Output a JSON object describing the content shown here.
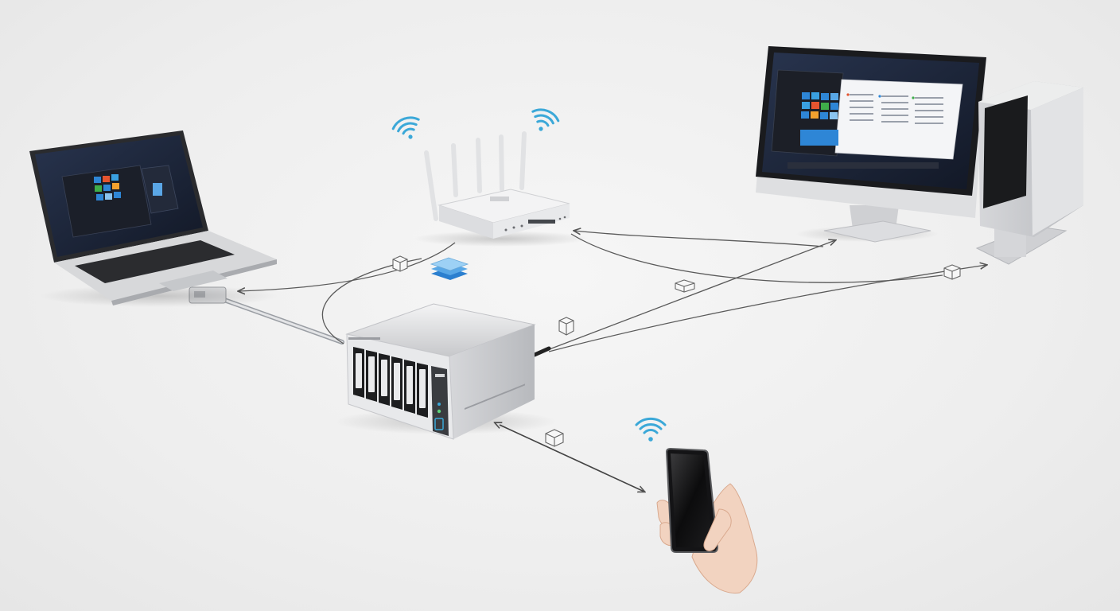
{
  "diagram": {
    "nodes": [
      {
        "id": "laptop",
        "icon": "laptop-icon"
      },
      {
        "id": "router",
        "icon": "wifi-router-icon"
      },
      {
        "id": "desktop",
        "icon": "desktop-computer-icon"
      },
      {
        "id": "nas",
        "icon": "nas-storage-icon",
        "bays": 6
      },
      {
        "id": "smartphone",
        "icon": "smartphone-icon"
      }
    ],
    "connections": [
      {
        "from": "nas",
        "to": "laptop",
        "kind": "wired-cable"
      },
      {
        "from": "router",
        "to": "laptop",
        "kind": "data-flow-arrow"
      },
      {
        "from": "desktop",
        "to": "router",
        "kind": "data-flow-arrow"
      },
      {
        "from": "nas",
        "to": "desktop",
        "kind": "data-flow-arrow"
      },
      {
        "from": "nas",
        "to": "desktop-tower",
        "kind": "data-flow-arrow"
      },
      {
        "from": "nas",
        "to": "smartphone",
        "kind": "bidirectional-arrow"
      }
    ],
    "wireless_indicators": [
      "router",
      "smartphone"
    ],
    "packet_icons": 6,
    "colors": {
      "background": "#eeeeee",
      "wifi": "#3ba8d8",
      "arrow": "#555555",
      "device_silver": "#d9dadc",
      "screen_dark": "#1c2333",
      "tile_blue": "#2e86d6"
    }
  }
}
